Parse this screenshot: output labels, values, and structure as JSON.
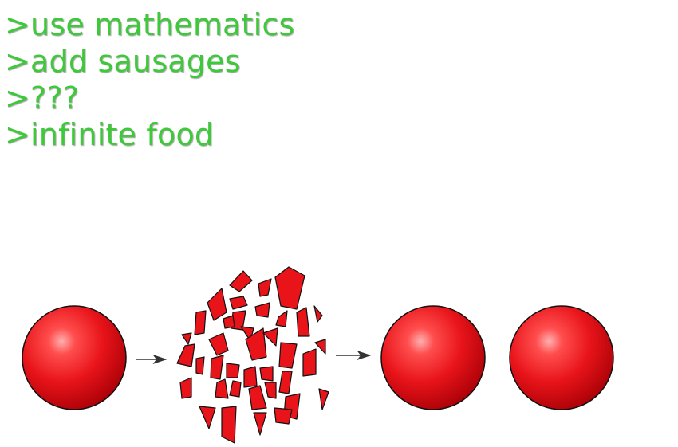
{
  "greentext": {
    "lines": [
      ">use mathematics",
      ">add sausages",
      ">???",
      ">infinite food"
    ],
    "color": "#3ec93a"
  },
  "figure": {
    "sphere_color": "#e8141a",
    "piece_color": "#e8141a",
    "outline_color": "#111111"
  }
}
